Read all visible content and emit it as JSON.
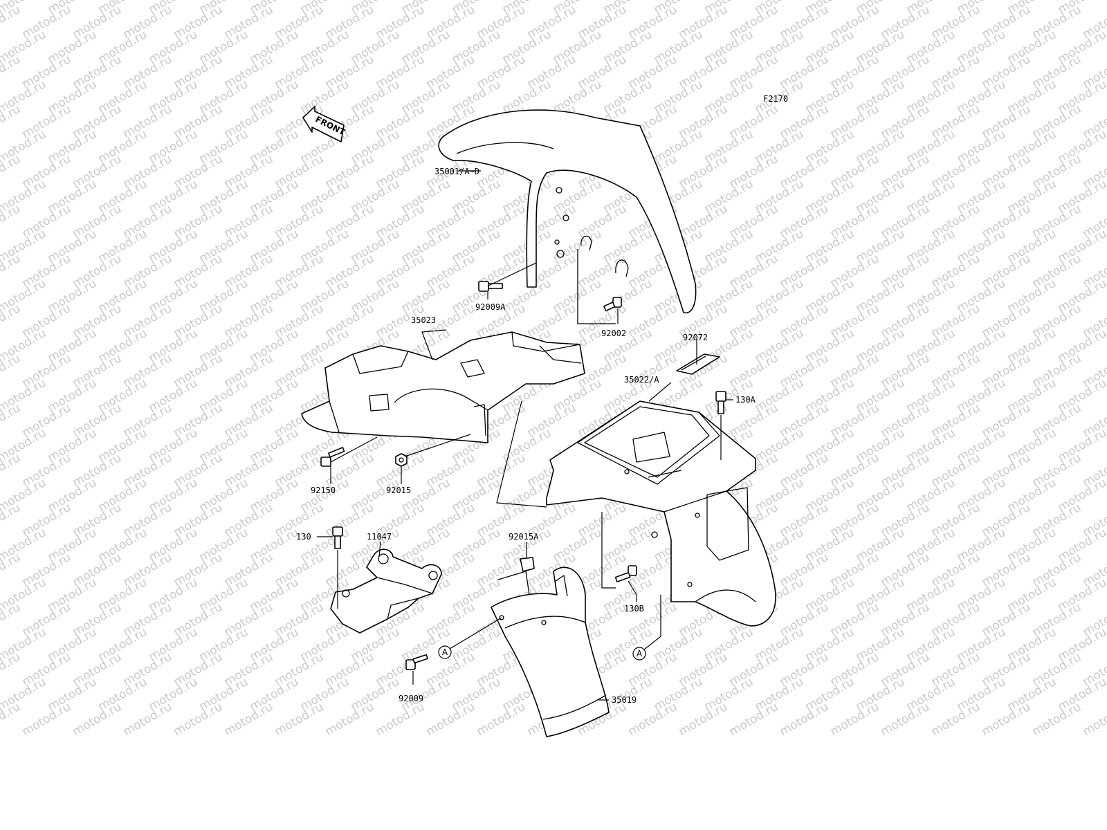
{
  "watermark": {
    "text": "motod.ru",
    "color": "#c9c9c9"
  },
  "figure_code": "F2170",
  "front_label": "FRONT",
  "parts": [
    {
      "id": "35001",
      "label": "35001/A~D"
    },
    {
      "id": "92009A",
      "label": "92009A"
    },
    {
      "id": "92002",
      "label": "92002"
    },
    {
      "id": "35023",
      "label": "35023"
    },
    {
      "id": "92072",
      "label": "92072"
    },
    {
      "id": "35022",
      "label": "35022/A"
    },
    {
      "id": "130A",
      "label": "130A"
    },
    {
      "id": "92150",
      "label": "92150"
    },
    {
      "id": "92015",
      "label": "92015"
    },
    {
      "id": "130",
      "label": "130"
    },
    {
      "id": "11047",
      "label": "11047"
    },
    {
      "id": "92015A",
      "label": "92015A"
    },
    {
      "id": "130B",
      "label": "130B"
    },
    {
      "id": "92009",
      "label": "92009"
    },
    {
      "id": "35019",
      "label": "35019"
    }
  ],
  "references": [
    {
      "id": "ref-a-left",
      "letter": "A"
    },
    {
      "id": "ref-a-right",
      "letter": "A"
    }
  ]
}
